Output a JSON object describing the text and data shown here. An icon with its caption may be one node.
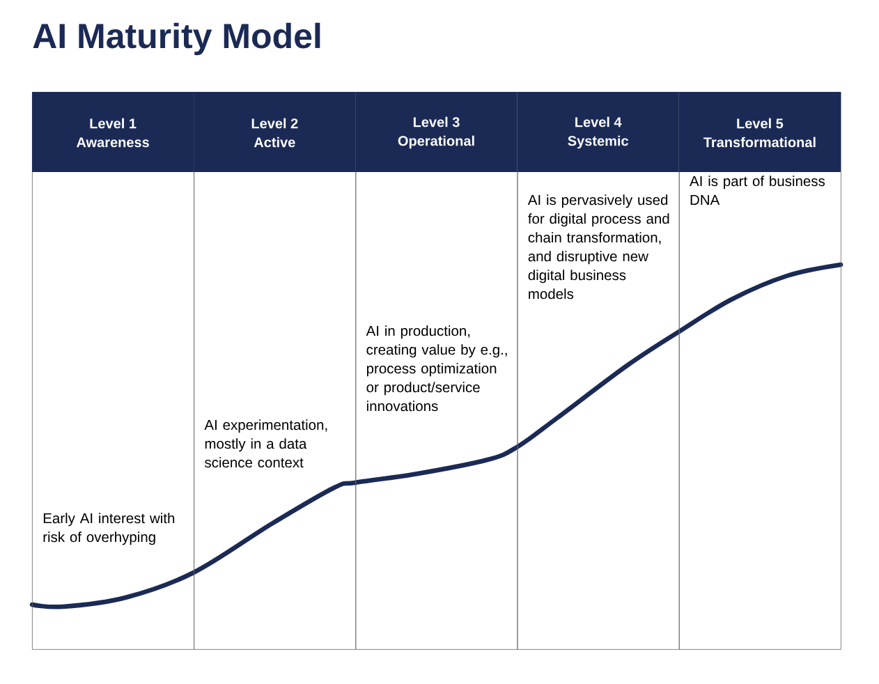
{
  "diagram": {
    "title": "AI Maturity Model",
    "nodes": [
      {
        "text": [
          "Level 1",
          "Awareness",
          "Early AI interest with risk of overhyping"
        ]
      },
      {
        "text": [
          "Level 2",
          "Active",
          "AI experimentation, mostly in a data science context"
        ]
      },
      {
        "text": [
          "Level 3",
          "Operational",
          "AI in production, creating value by e.g., process optimization or product/service innovations"
        ]
      },
      {
        "text": [
          "Level 4",
          "Systemic",
          "AI is pervasively used for digital process and chain transformation, and disruptive new digital business models"
        ]
      },
      {
        "text": [
          "Level 5",
          "Transformational",
          "AI is part of business DNA"
        ]
      }
    ]
  }
}
